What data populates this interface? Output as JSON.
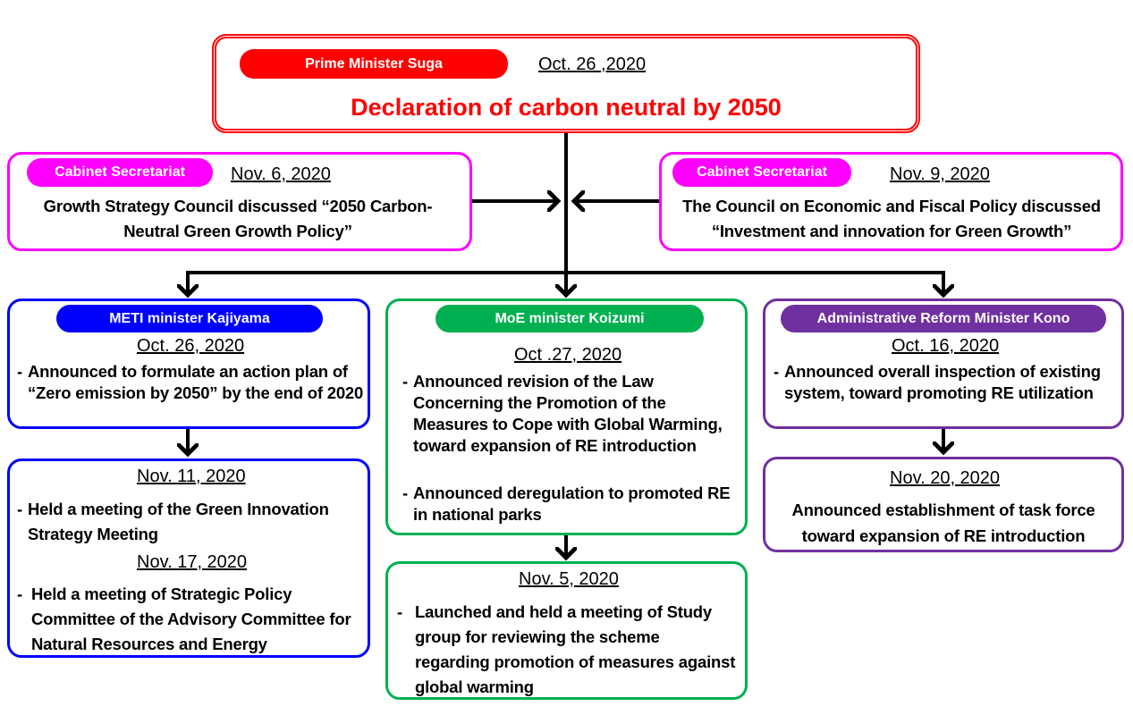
{
  "colors": {
    "pm": "#ff0000",
    "cabinet": "#ff00ff",
    "meti": "#0000ff",
    "moe": "#00b050",
    "kono": "#7030a0"
  },
  "pm": {
    "label": "Prime Minister Suga",
    "date": "Oct. 26 ,2020",
    "title": "Declaration of carbon neutral by 2050"
  },
  "cabinet_left": {
    "label": "Cabinet Secretariat",
    "date": "Nov. 6, 2020",
    "text": "Growth Strategy Council discussed “2050 Carbon-Neutral Green Growth Policy”"
  },
  "cabinet_right": {
    "label": "Cabinet Secretariat",
    "date": "Nov. 9, 2020",
    "text": "The Council on Economic and Fiscal Policy discussed “Investment and innovation for Green Growth”"
  },
  "meti": {
    "label": "METI minister Kajiyama",
    "date": "Oct. 26, 2020",
    "items": [
      "Announced to formulate an action plan of “Zero emission by 2050” by the end of 2020"
    ],
    "next": {
      "date1": "Nov. 11, 2020",
      "item1": "Held a meeting of the Green Innovation Strategy Meeting",
      "date2": "Nov. 17, 2020",
      "item2": "Held a meeting of Strategic Policy Committee of the Advisory Committee for Natural Resources and Energy"
    }
  },
  "moe": {
    "label": "MoE minister Koizumi",
    "date": "Oct .27, 2020",
    "items": [
      "Announced revision of the Law Concerning the Promotion of the Measures to Cope with Global Warming, toward expansion of RE introduction",
      "Announced deregulation to promoted RE in national parks"
    ],
    "next": {
      "date": "Nov. 5, 2020",
      "item": "Launched and held a meeting of Study group for reviewing the scheme regarding promotion of measures against global warming"
    }
  },
  "kono": {
    "label": "Administrative Reform Minister Kono",
    "date": "Oct. 16, 2020",
    "items": [
      "Announced overall inspection of existing system, toward promoting RE utilization"
    ],
    "next": {
      "date": "Nov. 20, 2020",
      "text": "Announced establishment of task force toward expansion of RE introduction"
    }
  },
  "dash": "-"
}
